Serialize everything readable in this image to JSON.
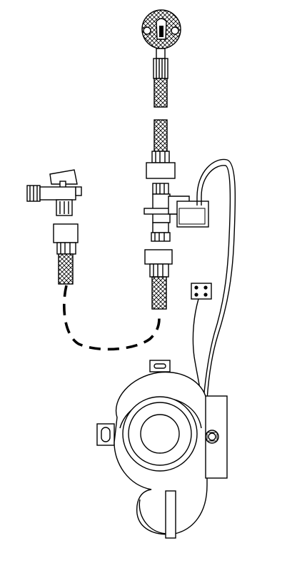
{
  "diagram": {
    "type": "installation-drawing",
    "components": [
      "wall-flange",
      "braided-hose-upper",
      "braided-hose-lower",
      "angle-stop-valve",
      "solenoid-valve",
      "connector-block",
      "pump-unit",
      "signal-cable",
      "drain-hose"
    ]
  }
}
